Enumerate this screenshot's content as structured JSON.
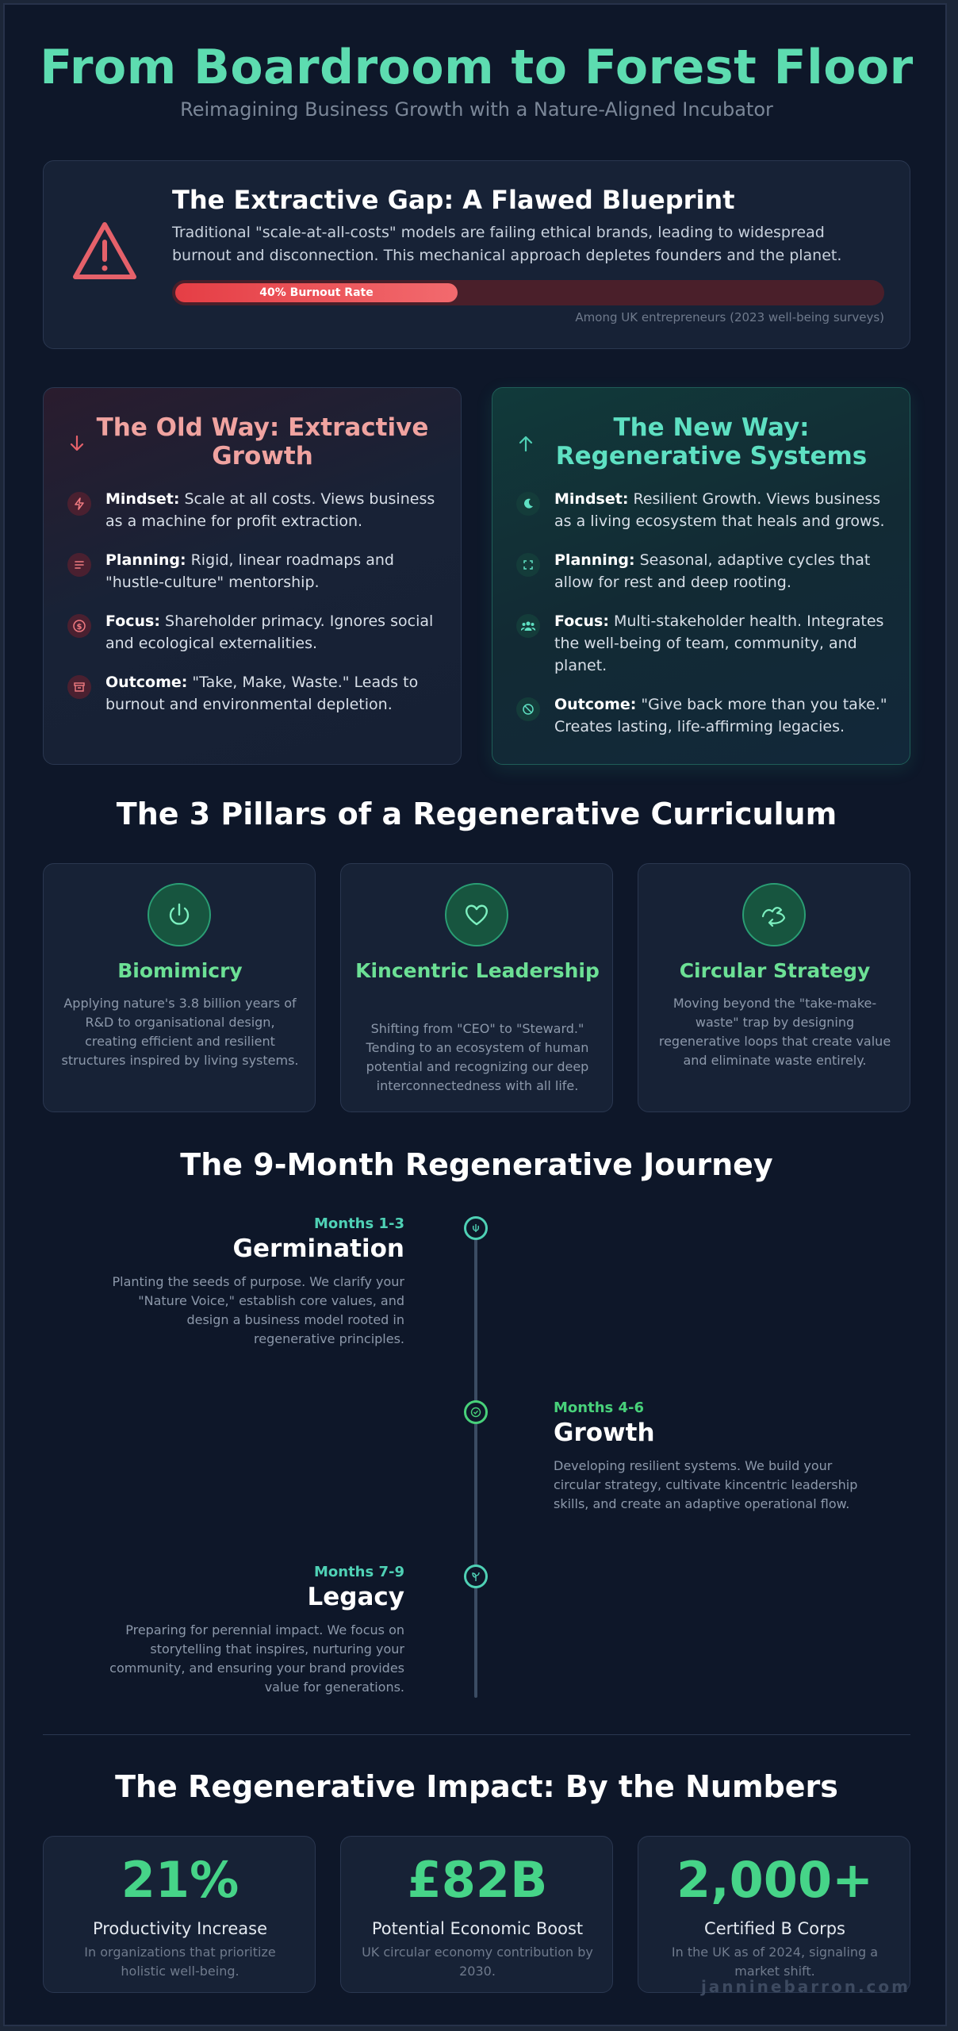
{
  "hero": {
    "title": "From Boardroom to Forest Floor",
    "subtitle": "Reimagining Business Growth with a Nature-Aligned Incubator"
  },
  "gap": {
    "title": "The Extractive Gap: A Flawed Blueprint",
    "text": "Traditional \"scale-at-all-costs\" models are failing ethical brands, leading to widespread burnout and disconnection. This mechanical approach depletes founders and the planet.",
    "bar_label": "40% Burnout Rate",
    "bar_value": 0.4,
    "bar_caption": "Among UK entrepreneurs (2023 well-being surveys)",
    "icon": "warning-triangle-icon"
  },
  "old_way": {
    "title": "The Old Way: Extractive Growth",
    "arrow_icon": "arrow-down-icon",
    "items": [
      {
        "label": "Mindset:",
        "text": " Scale at all costs. Views business as a machine for profit extraction.",
        "icon": "lightning-icon"
      },
      {
        "label": "Planning:",
        "text": " Rigid, linear roadmaps and \"hustle-culture\" mentorship.",
        "icon": "list-icon"
      },
      {
        "label": "Focus:",
        "text": " Shareholder primacy. Ignores social and ecological externalities.",
        "icon": "dollar-icon"
      },
      {
        "label": "Outcome:",
        "text": " \"Take, Make, Waste.\" Leads to burnout and environmental depletion.",
        "icon": "archive-icon"
      }
    ]
  },
  "new_way": {
    "title": "The New Way: Regenerative Systems",
    "arrow_icon": "arrow-up-icon",
    "items": [
      {
        "label": "Mindset:",
        "text": " Resilient Growth. Views business as a living ecosystem that heals and grows.",
        "icon": "moon-icon"
      },
      {
        "label": "Planning:",
        "text": " Seasonal, adaptive cycles that allow for rest and deep rooting.",
        "icon": "cycle-icon"
      },
      {
        "label": "Focus:",
        "text": " Multi-stakeholder health. Integrates the well-being of team, community, and planet.",
        "icon": "people-icon"
      },
      {
        "label": "Outcome:",
        "text": " \"Give back more than you take.\" Creates lasting, life-affirming legacies.",
        "icon": "no-symbol-icon"
      }
    ]
  },
  "pillars": {
    "title": "The 3 Pillars of a Regenerative Curriculum",
    "items": [
      {
        "title": "Biomimicry",
        "text": "Applying nature's 3.8 billion years of R&D to organisational design, creating efficient and resilient structures inspired by living systems.",
        "icon": "power-icon"
      },
      {
        "title": "Kincentric Leadership",
        "text": "Shifting from \"CEO\" to \"Steward.\" Tending to an ecosystem of human potential and recognizing our deep interconnectedness with all life.",
        "icon": "heart-icon"
      },
      {
        "title": "Circular Strategy",
        "text": "Moving beyond the \"take-make-waste\" trap by designing regenerative loops that create value and eliminate waste entirely.",
        "icon": "recycle-icon"
      }
    ]
  },
  "journey": {
    "title": "The 9-Month Regenerative Journey",
    "stages": [
      {
        "months": "Months 1-3",
        "title": "Germination",
        "text": "Planting the seeds of purpose. We clarify your \"Nature Voice,\" establish core values, and design a business model rooted in regenerative principles.",
        "icon": "seed-icon",
        "color": "#4fd1b5"
      },
      {
        "months": "Months 4-6",
        "title": "Growth",
        "text": "Developing resilient systems. We build your circular strategy, cultivate kincentric leadership skills, and create an adaptive operational flow.",
        "icon": "check-circle-icon",
        "color": "#48d17a"
      },
      {
        "months": "Months 7-9",
        "title": "Legacy",
        "text": "Preparing for perennial impact. We focus on storytelling that inspires, nurturing your community, and ensuring your brand provides value for generations.",
        "icon": "sprout-icon",
        "color": "#4fd1b5"
      }
    ]
  },
  "impact": {
    "title": "The Regenerative Impact: By the Numbers",
    "stats": [
      {
        "value": "21%",
        "label": "Productivity Increase",
        "sub": "In organizations that prioritize holistic well-being."
      },
      {
        "value": "£82B",
        "label": "Potential Economic Boost",
        "sub": "UK circular economy contribution by 2030."
      },
      {
        "value": "2,000+",
        "label": "Certified B Corps",
        "sub": "In the UK as of 2024, signaling a market shift."
      }
    ]
  },
  "watermark": "janninebarron.com",
  "colors": {
    "accent_green": "#46d488",
    "accent_teal": "#4fd1b5",
    "warning_red": "#e5616a",
    "old_title": "#f0a3a0",
    "background": "#0e1729"
  }
}
